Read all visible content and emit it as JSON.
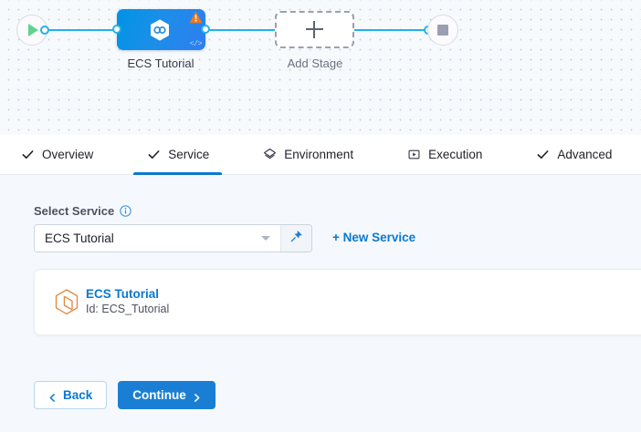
{
  "pipeline": {
    "start_node": {
      "icon": "play-icon",
      "label": ""
    },
    "stage_node": {
      "label": "ECS Tutorial",
      "icon": "service-hexagon-icon",
      "warning_icon": "warning-triangle-icon",
      "code_icon": "code-brackets-icon"
    },
    "add_stage": {
      "label": "Add Stage",
      "icon": "plus-icon"
    },
    "end_node": {
      "icon": "stop-square-icon",
      "label": ""
    }
  },
  "tabs": [
    {
      "label": "Overview",
      "icon": "check-icon",
      "active": false
    },
    {
      "label": "Service",
      "icon": "check-icon",
      "active": true
    },
    {
      "label": "Environment",
      "icon": "layers-icon",
      "active": false
    },
    {
      "label": "Execution",
      "icon": "play-box-icon",
      "active": false
    },
    {
      "label": "Advanced",
      "icon": "check-icon",
      "active": false
    }
  ],
  "form": {
    "select_service_label": "Select Service",
    "info_icon": "info-icon",
    "selected_service": "ECS Tutorial",
    "dropdown_icon": "chevron-down-icon",
    "pin_icon": "pin-icon",
    "new_service_label": "+ New Service"
  },
  "service_card": {
    "icon": "service-hexagon-icon",
    "name": "ECS Tutorial",
    "id_text": "Id: ECS_Tutorial"
  },
  "footer": {
    "back_label": "Back",
    "continue_label": "Continue",
    "back_icon": "chevron-left-icon",
    "continue_icon": "chevron-right-icon"
  },
  "colors": {
    "accent_blue": "#0b78d0",
    "node_blue": "#1b8fe8",
    "edge_blue": "#23b1ea",
    "warning_orange": "#f07818",
    "service_icon_orange": "#e0873c",
    "start_green": "#5fd38d",
    "canvas_bg": "#f7fafc",
    "panel_bg": "#f5f9fd"
  }
}
